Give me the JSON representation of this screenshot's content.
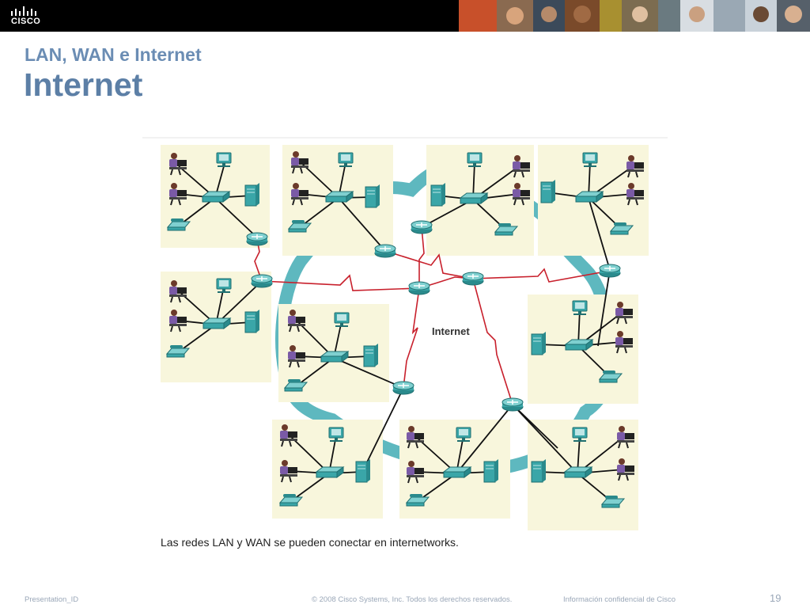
{
  "header": {
    "logo_text": "CISCO"
  },
  "slide": {
    "subtitle": "LAN, WAN e Internet",
    "title": "Internet",
    "caption": "Las redes LAN y WAN se pueden conectar en internetworks.",
    "cloud_label": "Internet"
  },
  "footer": {
    "left": "Presentation_ID",
    "center": "© 2008 Cisco Systems, Inc. Todos los derechos reservados.",
    "right": "Información confidencial de Cisco",
    "page": "19"
  },
  "colors": {
    "accent_title": "#5c7fa6",
    "cloud": "#4cb0b8",
    "lan_box": "#f8f6dc",
    "wan_link": "#c8202c",
    "device": "#3aa6a8"
  }
}
